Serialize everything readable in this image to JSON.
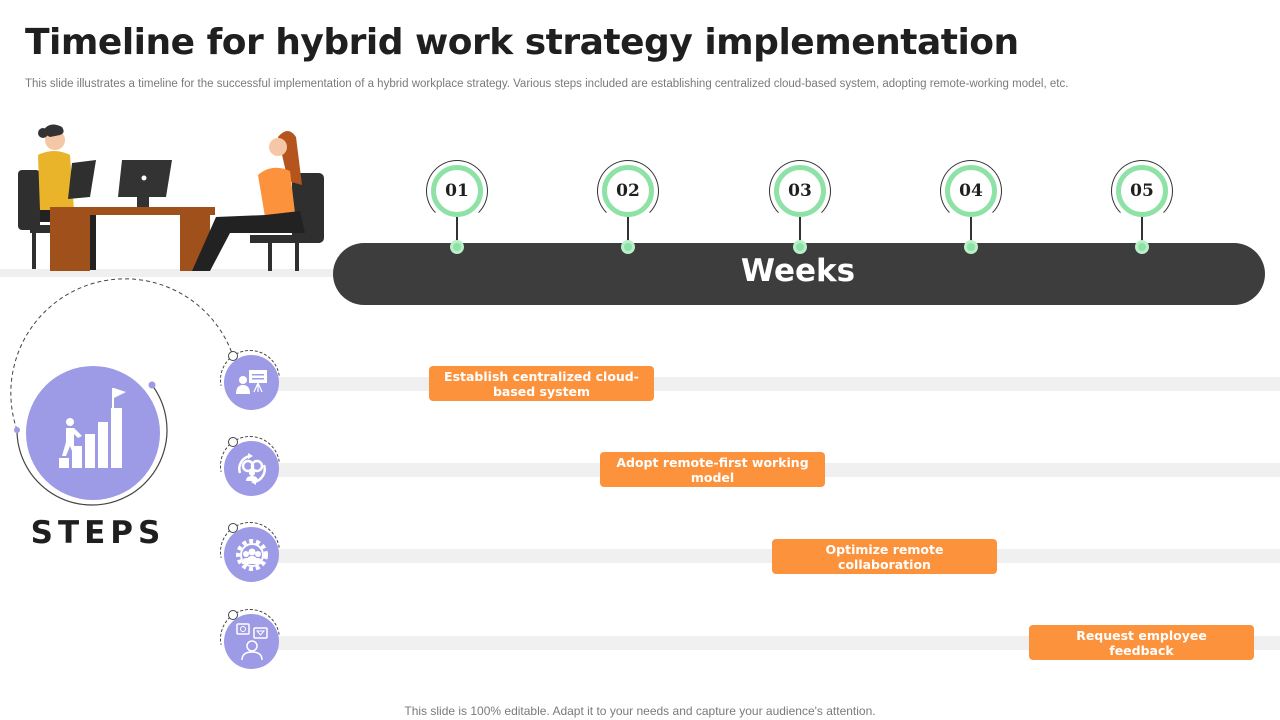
{
  "header": {
    "title": "Timeline for hybrid work strategy implementation",
    "subtitle": "This slide illustrates a timeline for the successful implementation of a hybrid workplace strategy. Various steps included are establishing centralized cloud-based system, adopting remote-working model, etc."
  },
  "timeline": {
    "axis_label": "Weeks",
    "weeks": [
      "01",
      "02",
      "03",
      "04",
      "05"
    ],
    "marker_color": "#8ee2a6",
    "bar_color": "#3d3d3d"
  },
  "steps": {
    "label": "STEPS",
    "icon": "stairs-flag-icon",
    "accent_color": "#9d9ae6",
    "items": [
      {
        "label": "Establish centralized cloud-based system",
        "icon": "presentation-icon",
        "week": "01"
      },
      {
        "label": "Adopt remote-first working model",
        "icon": "team-gears-cycle-icon",
        "week": "02"
      },
      {
        "label": "Optimize remote collaboration",
        "icon": "team-gear-icon",
        "week": "03"
      },
      {
        "label": "Request employee feedback",
        "icon": "feedback-chat-icon",
        "week": "04-05"
      }
    ],
    "task_color": "#fd923d"
  },
  "footer": {
    "note": "This slide is 100% editable. Adapt it to your needs and capture your audience's attention."
  }
}
